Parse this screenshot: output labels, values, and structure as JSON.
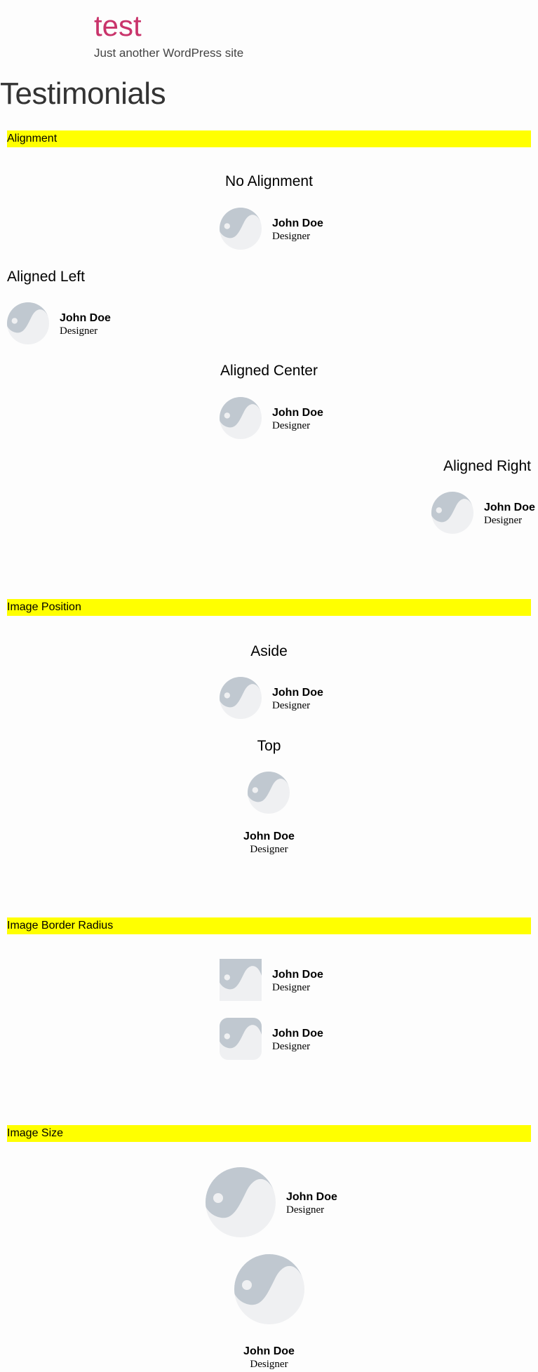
{
  "site": {
    "title": "test",
    "tagline": "Just another WordPress site"
  },
  "page": {
    "title": "Testimonials"
  },
  "sections": {
    "alignment": {
      "label": "Alignment",
      "headings": {
        "none": "No Alignment",
        "left": "Aligned Left",
        "center": "Aligned Center",
        "right": "Aligned Right"
      }
    },
    "image_position": {
      "label": "Image Position",
      "headings": {
        "aside": "Aside",
        "top": "Top"
      }
    },
    "image_border_radius": {
      "label": "Image Border Radius"
    },
    "image_size": {
      "label": "Image Size"
    }
  },
  "testimonial": {
    "name": "John Doe",
    "role": "Designer"
  },
  "colors": {
    "site_title": "#c9346b",
    "section_highlight": "#ffff00",
    "placeholder_dark": "#c0c8d0",
    "placeholder_light": "#eff0f2"
  },
  "icons": {
    "avatar": "image-placeholder-icon"
  }
}
